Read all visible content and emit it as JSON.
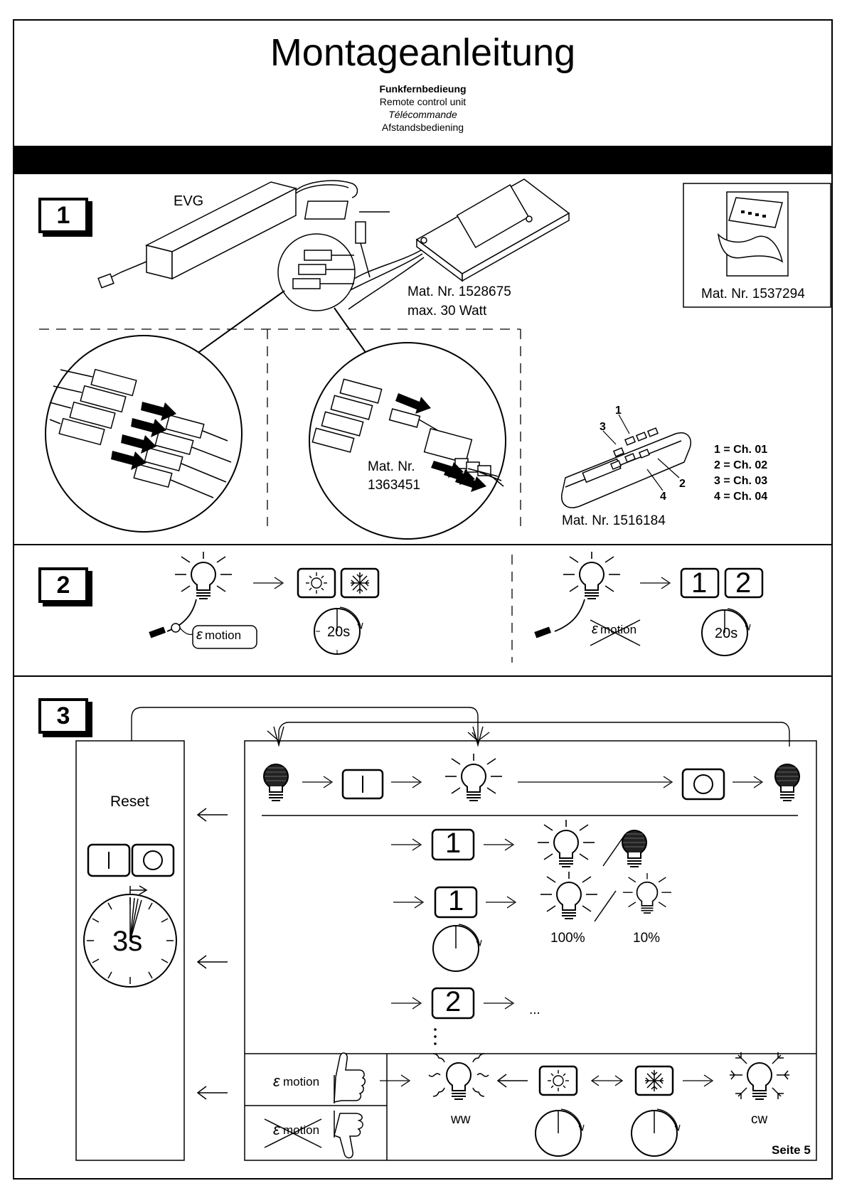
{
  "header": {
    "title": "Montageanleitung",
    "subtitles": [
      "Funkfernbedieung",
      "Remote control unit",
      "Télécommande",
      "Afstandsbediening"
    ]
  },
  "section1": {
    "step": "1",
    "evg_label": "EVG",
    "mat_main": "Mat. Nr.  1528675",
    "max_watt": "max. 30 Watt",
    "mat_remote_pack": "Mat. Nr. 1537294",
    "mat_splitter_line1": "Mat. Nr.",
    "mat_splitter_line2": "1363451",
    "mat_remote": "Mat. Nr. 1516184",
    "remote_keys": [
      "1",
      "2",
      "3",
      "4"
    ],
    "channels": [
      "1 = Ch. 01",
      "2 = Ch. 02",
      "3 = Ch. 03",
      "4 = Ch. 04"
    ]
  },
  "section2": {
    "step": "2",
    "emotion": "motion",
    "timer_left": "20s",
    "timer_right": "20s",
    "btn1": "1",
    "btn2": "2"
  },
  "section3": {
    "step": "3",
    "reset": "Reset",
    "reset_timer": "3s",
    "btn1": "1",
    "btn2": "2",
    "pct100": "100%",
    "pct10": "10%",
    "ellipsis": "...",
    "emotion_yes": "motion",
    "emotion_no": "motion",
    "ww": "ww",
    "cw": "cw",
    "page": "Seite 5"
  },
  "colors": {
    "ink": "#000000",
    "paper": "#ffffff",
    "bulb_off": "#222222"
  }
}
